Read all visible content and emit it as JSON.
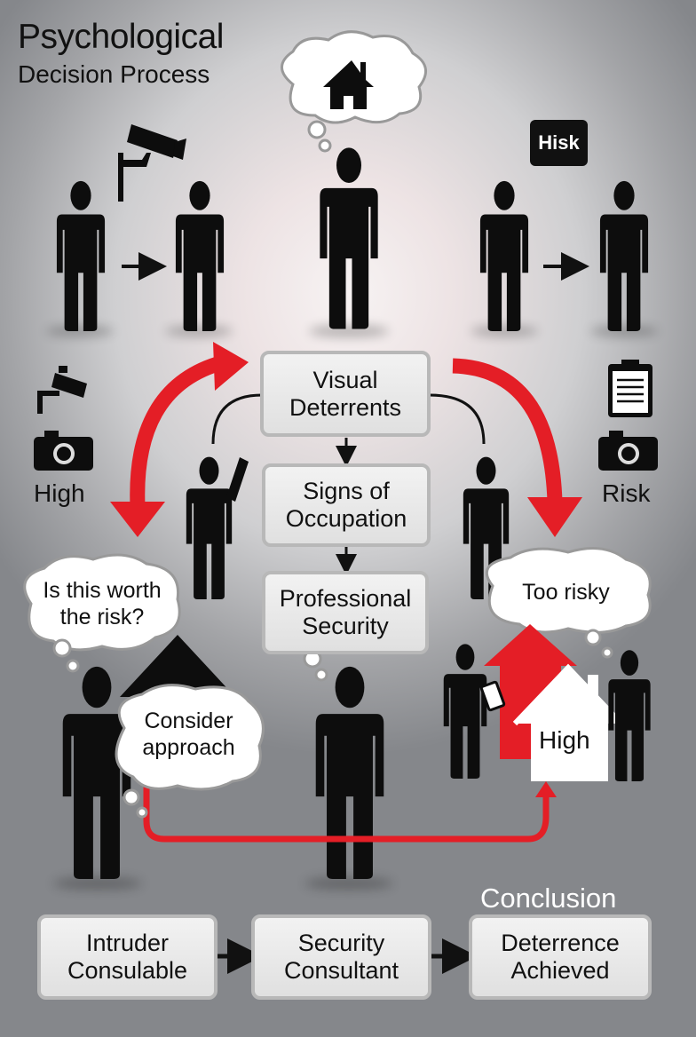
{
  "title": {
    "line1": "Psychological",
    "line2": "Decision Process"
  },
  "risk_badge": "Hisk",
  "flow_boxes": [
    "Visual Deterrents",
    "Signs of Occupation",
    "Professional Security"
  ],
  "side_labels": {
    "left": "High",
    "right": "Risk"
  },
  "thoughts": {
    "worth": "Is this worth the risk?",
    "consider": "Consider approach",
    "too_risky": "Too risky"
  },
  "house_label": "High",
  "conclusion_heading": "Conclusion",
  "bottom_steps": [
    "Intruder Consulable",
    "Security Consultant",
    "Deterrence Achieved"
  ],
  "colors": {
    "accent_red": "#e41e26",
    "box_fill": "#eaeaea",
    "figure": "#0d0d0d"
  }
}
